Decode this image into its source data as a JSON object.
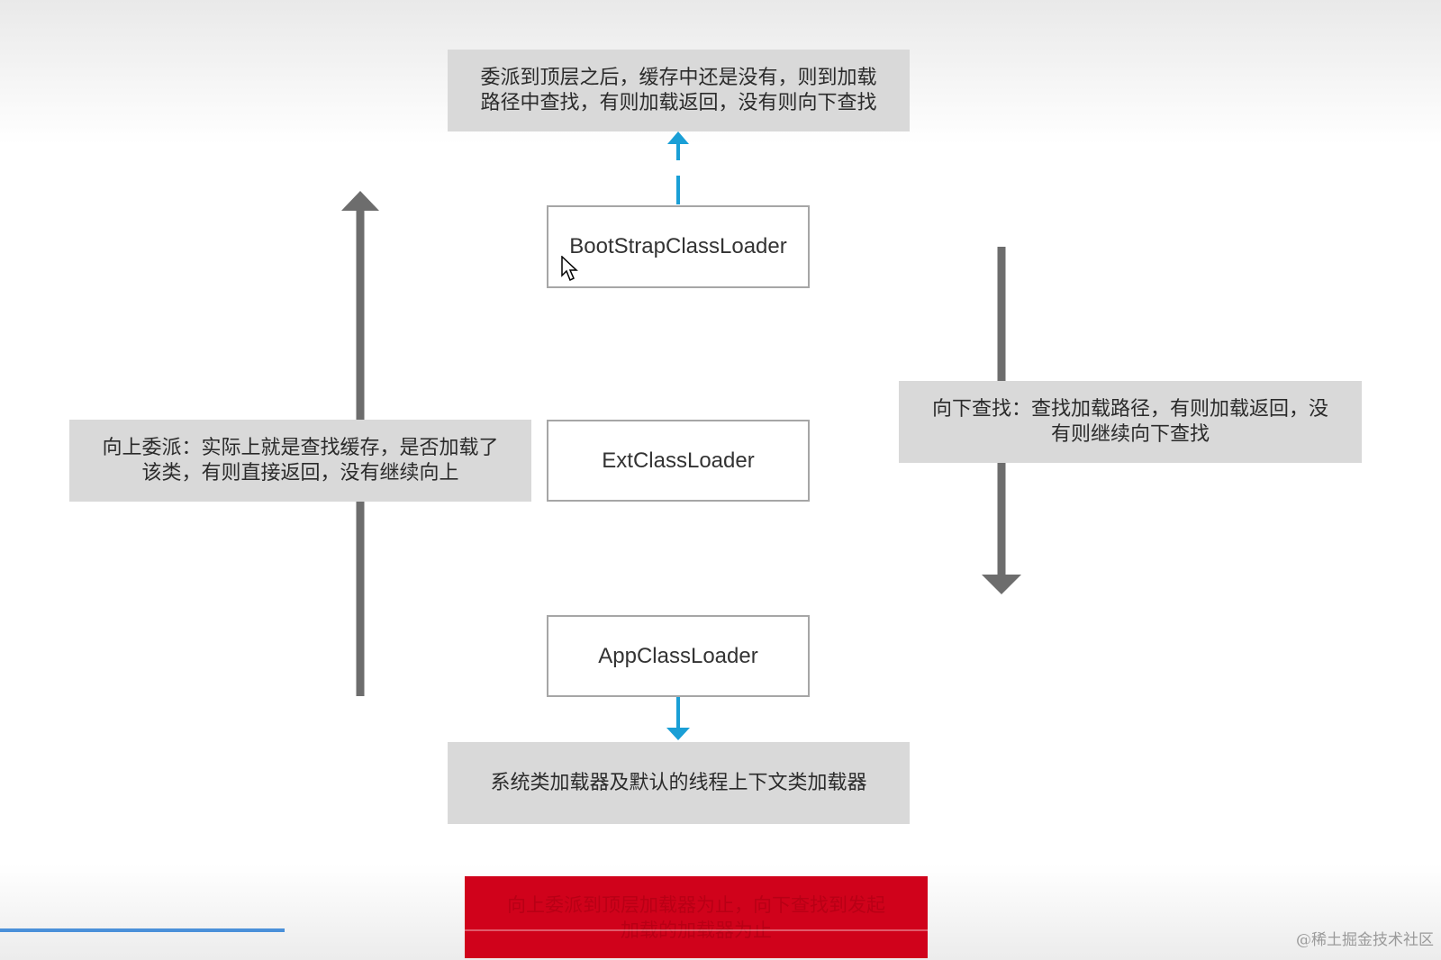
{
  "top_note": {
    "line1": "委派到顶层之后，缓存中还是没有，则到加载",
    "line2": "路径中查找，有则加载返回，没有则向下查找"
  },
  "loaders": {
    "bootstrap": "BootStrapClassLoader",
    "ext": "ExtClassLoader",
    "app": "AppClassLoader"
  },
  "left_note": {
    "line1": "向上委派：实际上就是查找缓存，是否加载了",
    "line2": "该类，有则直接返回，没有继续向上"
  },
  "right_note": {
    "line1": "向下查找：查找加载路径，有则加载返回，没",
    "line2": "有则继续向下查找"
  },
  "bottom_note": "系统类加载器及默认的线程上下文类加载器",
  "summary": {
    "line1": "向上委派到顶层加载器为止，向下查找到发起",
    "line2": "加载的加载器为止"
  },
  "watermark": "@稀土掘金技术社区",
  "colors": {
    "gray_box": "#d9d9d9",
    "arrow_gray": "#6d6d6d",
    "arrow_blue": "#1a9fd6",
    "summary_red": "#d0021b",
    "progress_blue": "#4a90d9"
  },
  "icons": {
    "cursor": "mouse-pointer-icon"
  }
}
